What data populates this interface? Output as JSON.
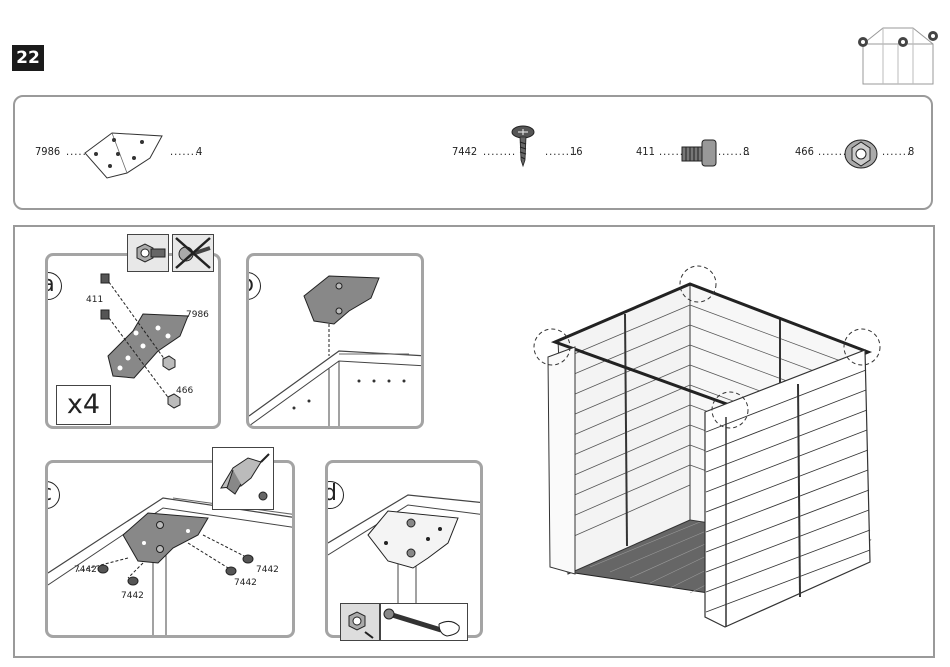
{
  "step_number": "22",
  "parts": [
    {
      "id": "7986",
      "qty": "4",
      "icon": "corner-bracket-icon"
    },
    {
      "id": "7442",
      "qty": "16",
      "icon": "screw-icon"
    },
    {
      "id": "411",
      "qty": "8",
      "icon": "square-bolt-icon"
    },
    {
      "id": "466",
      "qty": "8",
      "icon": "flange-nut-icon"
    }
  ],
  "subpanels": {
    "a": {
      "letter": "a",
      "label_bolt": "411",
      "label_bracket": "7986",
      "label_nut": "466",
      "multiplier": "x4"
    },
    "b": {
      "letter": "b"
    },
    "c": {
      "letter": "c",
      "screw_labels": [
        "7442",
        "7442",
        "7442",
        "7442"
      ]
    },
    "d": {
      "letter": "d"
    }
  },
  "colors": {
    "border": "#9a9a9a",
    "badge": "#1b1b1b",
    "wood": "#f2f2f2",
    "line": "#333333"
  }
}
